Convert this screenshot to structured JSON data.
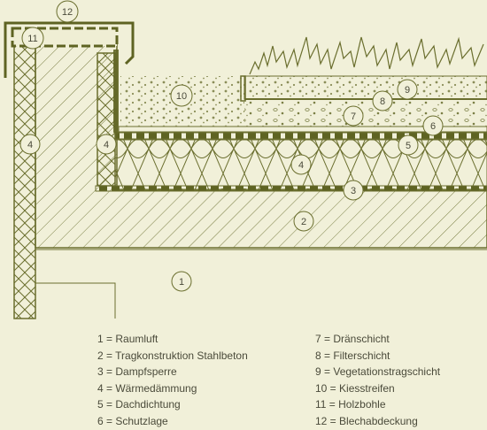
{
  "callouts": {
    "c1": "1",
    "c2": "2",
    "c3": "3",
    "c4a": "4",
    "c4b": "4",
    "c4c": "4",
    "c5": "5",
    "c6": "6",
    "c7": "7",
    "c8": "8",
    "c9": "9",
    "c10": "10",
    "c11": "11",
    "c12": "12"
  },
  "legend": {
    "left": [
      "1 = Raumluft",
      "2 = Tragkonstruktion Stahlbeton",
      "3 = Dampfsperre",
      "4 = Wärmedämmung",
      "5 = Dachdichtung",
      "6 = Schutzlage"
    ],
    "right": [
      "7 = Dränschicht",
      "8 = Filterschicht",
      "9 = Vegetationstragschicht",
      "10 = Kiesstreifen",
      "11 = Holzbohle",
      "12 = Blechabdeckung"
    ]
  },
  "colors": {
    "background": "#f1f0d9",
    "line": "#6a6e2e",
    "dark_band": "#5e6322",
    "text": "#4a4a3a"
  }
}
